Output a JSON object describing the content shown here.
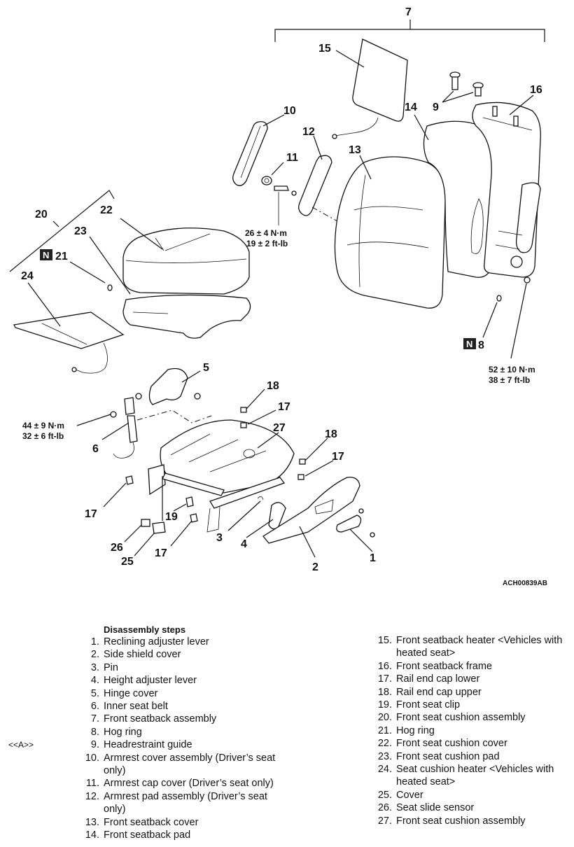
{
  "diagram": {
    "callouts": [
      "1",
      "2",
      "3",
      "4",
      "5",
      "6",
      "7",
      "8",
      "9",
      "10",
      "11",
      "12",
      "13",
      "14",
      "15",
      "16",
      "17",
      "17",
      "17",
      "17",
      "18",
      "18",
      "19",
      "20",
      "21",
      "22",
      "23",
      "24",
      "25",
      "26",
      "27"
    ],
    "torque_11": [
      "26 ± 4 N·m",
      "19 ± 2 ft-lb"
    ],
    "torque_8": [
      "52 ± 10 N·m",
      "38 ± 7 ft-lb"
    ],
    "torque_6": [
      "44 ± 9 N·m",
      "32 ± 6 ft-lb"
    ],
    "n_mark": "N",
    "figure_code": "ACH00839AB"
  },
  "steps_title": "Disassembly steps",
  "ref_mark": "<<A>>",
  "steps": [
    {
      "num": "1.",
      "text": "Reclining adjuster lever"
    },
    {
      "num": "2.",
      "text": "Side shield cover"
    },
    {
      "num": "3.",
      "text": "Pin"
    },
    {
      "num": "4.",
      "text": "Height adjuster lever"
    },
    {
      "num": "5.",
      "text": "Hinge cover"
    },
    {
      "num": "6.",
      "text": "Inner seat belt"
    },
    {
      "num": "7.",
      "text": "Front seatback assembly"
    },
    {
      "num": "8.",
      "text": "Hog ring"
    },
    {
      "num": "9.",
      "text": "Headrestraint guide"
    },
    {
      "num": "10.",
      "text": "Armrest cover assembly (Driver’s seat only)"
    },
    {
      "num": "11.",
      "text": "Armrest cap cover (Driver’s seat only)"
    },
    {
      "num": "12.",
      "text": "Armrest pad assembly (Driver’s seat only)"
    },
    {
      "num": "13.",
      "text": "Front seatback cover"
    },
    {
      "num": "14.",
      "text": "Front seatback pad"
    },
    {
      "num": "15.",
      "text": "Front seatback heater <Vehicles with heated seat>"
    },
    {
      "num": "16.",
      "text": "Front seatback frame"
    },
    {
      "num": "17.",
      "text": "Rail end cap lower"
    },
    {
      "num": "18.",
      "text": "Rail end cap upper"
    },
    {
      "num": "19.",
      "text": "Front seat clip"
    },
    {
      "num": "20.",
      "text": "Front seat cushion assembly"
    },
    {
      "num": "21.",
      "text": "Hog ring"
    },
    {
      "num": "22.",
      "text": "Front seat cushion cover"
    },
    {
      "num": "23.",
      "text": "Front seat cushion pad"
    },
    {
      "num": "24.",
      "text": "Seat cushion heater <Vehicles with heated seat>"
    },
    {
      "num": "25.",
      "text": "Cover"
    },
    {
      "num": "26.",
      "text": "Seat slide sensor"
    },
    {
      "num": "27.",
      "text": "Front seat cushion assembly"
    }
  ]
}
